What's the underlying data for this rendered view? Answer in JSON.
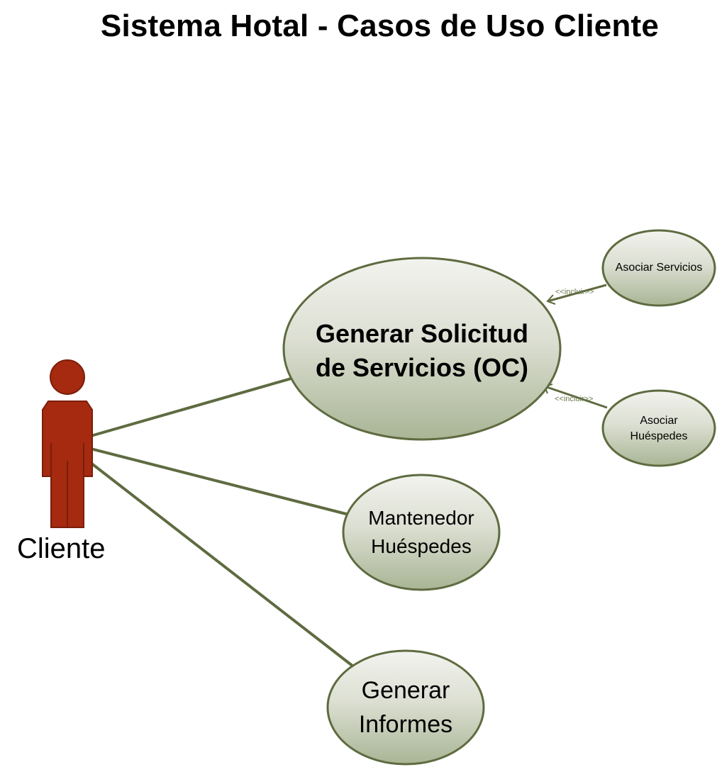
{
  "diagram": {
    "title": "Sistema Hotal - Casos de Uso Cliente",
    "actor": {
      "name": "Cliente",
      "color": "#a52a10"
    },
    "use_cases": {
      "main": "Generar Solicitud\nde Servicios (OC)",
      "mantenedor": "Mantenedor\nHuéspedes",
      "informes": "Generar\nInformes",
      "asociar_servicios": "Asociar Servicios",
      "asociar_huespedes": "Asociar\nHuéspedes"
    },
    "relations": {
      "include_servicios": "<<incluir>>",
      "include_huespedes": "<<incluir>>"
    },
    "colors": {
      "ellipse_top": "#f2f3ee",
      "ellipse_bottom": "#a9b595",
      "line": "#5e6b40"
    }
  }
}
